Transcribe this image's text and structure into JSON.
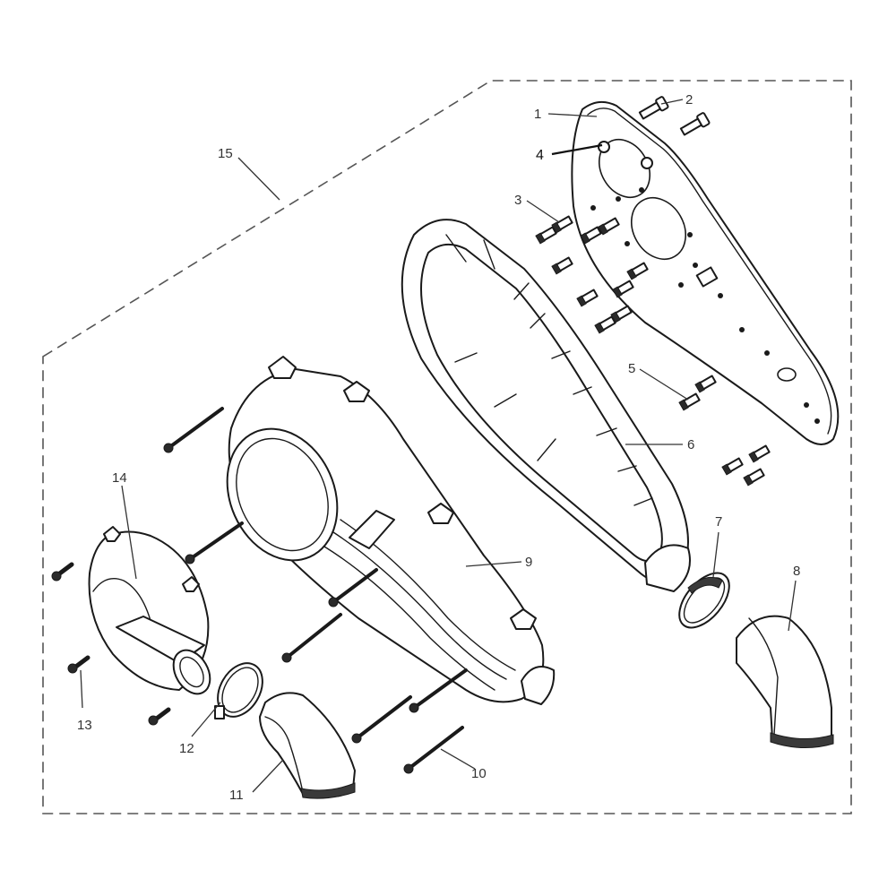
{
  "diagram": {
    "type": "exploded-parts-diagram",
    "subject": "CVT clutch cover assembly with intake/outlet ducts",
    "assembly_boundary": {
      "style": "dashed",
      "callout": "15"
    },
    "callouts": [
      {
        "id": "1",
        "label": "1",
        "part": "inner cover plate / back plate"
      },
      {
        "id": "2",
        "label": "2",
        "part": "flange bolt (plate, upper)"
      },
      {
        "id": "3",
        "label": "3",
        "part": "flange bolts (plate mounting)"
      },
      {
        "id": "4",
        "label": "4",
        "part": "nut / spacer on plate"
      },
      {
        "id": "5",
        "label": "5",
        "part": "bolts (plate, lower)"
      },
      {
        "id": "6",
        "label": "6",
        "part": "cover gasket / seal"
      },
      {
        "id": "7",
        "label": "7",
        "part": "hose clamp (outlet)"
      },
      {
        "id": "8",
        "label": "8",
        "part": "outlet elbow duct"
      },
      {
        "id": "9",
        "label": "9",
        "part": "outer clutch cover"
      },
      {
        "id": "10",
        "label": "10",
        "part": "long cover bolts"
      },
      {
        "id": "11",
        "label": "11",
        "part": "intake elbow duct"
      },
      {
        "id": "12",
        "label": "12",
        "part": "hose clamp (intake)"
      },
      {
        "id": "13",
        "label": "13",
        "part": "short bolts (air guide)"
      },
      {
        "id": "14",
        "label": "14",
        "part": "air intake guide cover"
      },
      {
        "id": "15",
        "label": "15",
        "part": "cover assembly (complete kit)"
      }
    ]
  },
  "labels": {
    "c1": "1",
    "c2": "2",
    "c3": "3",
    "c4": "4",
    "c5": "5",
    "c6": "6",
    "c7": "7",
    "c8": "8",
    "c9": "9",
    "c10": "10",
    "c11": "11",
    "c12": "12",
    "c13": "13",
    "c14": "14",
    "c15": "15"
  },
  "colors": {
    "line": "#1a1a1a",
    "leader": "#333333",
    "boundary": "#555555",
    "background": "#ffffff"
  }
}
